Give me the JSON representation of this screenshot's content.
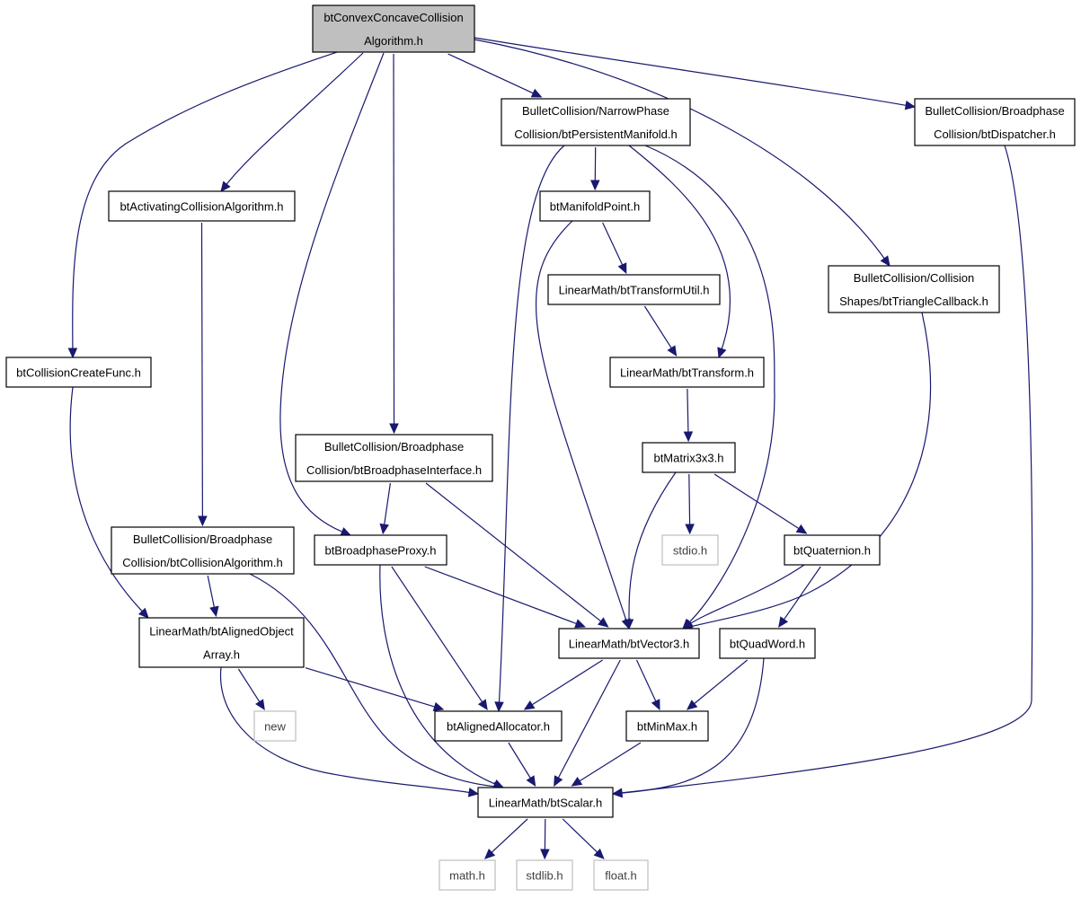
{
  "graph": {
    "colors": {
      "edge": "#191970",
      "root_fill": "#bfbfbf",
      "node_fill": "#ffffff",
      "node_border": "#000000",
      "system_border": "#bfbfbf",
      "system_text": "#404040"
    },
    "nodes": [
      {
        "id": "root",
        "lines": [
          "btConvexConcaveCollision",
          "Algorithm.h"
        ]
      },
      {
        "id": "persist",
        "lines": [
          "BulletCollision/NarrowPhase",
          "Collision/btPersistentManifold.h"
        ]
      },
      {
        "id": "dispatcher",
        "lines": [
          "BulletCollision/Broadphase",
          "Collision/btDispatcher.h"
        ]
      },
      {
        "id": "activating",
        "lines": [
          "btActivatingCollisionAlgorithm.h"
        ]
      },
      {
        "id": "manifoldpt",
        "lines": [
          "btManifoldPoint.h"
        ]
      },
      {
        "id": "trianglecb",
        "lines": [
          "BulletCollision/Collision",
          "Shapes/btTriangleCallback.h"
        ]
      },
      {
        "id": "transformutil",
        "lines": [
          "LinearMath/btTransformUtil.h"
        ]
      },
      {
        "id": "createfunc",
        "lines": [
          "btCollisionCreateFunc.h"
        ]
      },
      {
        "id": "transform",
        "lines": [
          "LinearMath/btTransform.h"
        ]
      },
      {
        "id": "bpinterface",
        "lines": [
          "BulletCollision/Broadphase",
          "Collision/btBroadphaseInterface.h"
        ]
      },
      {
        "id": "matrix",
        "lines": [
          "btMatrix3x3.h"
        ]
      },
      {
        "id": "collalgo",
        "lines": [
          "BulletCollision/Broadphase",
          "Collision/btCollisionAlgorithm.h"
        ]
      },
      {
        "id": "bpproxy",
        "lines": [
          "btBroadphaseProxy.h"
        ]
      },
      {
        "id": "stdio",
        "lines": [
          "stdio.h"
        ],
        "system": true
      },
      {
        "id": "quaternion",
        "lines": [
          "btQuaternion.h"
        ]
      },
      {
        "id": "alignedarray",
        "lines": [
          "LinearMath/btAlignedObject",
          "Array.h"
        ]
      },
      {
        "id": "vector3",
        "lines": [
          "LinearMath/btVector3.h"
        ]
      },
      {
        "id": "quadword",
        "lines": [
          "btQuadWord.h"
        ]
      },
      {
        "id": "new",
        "lines": [
          "new"
        ],
        "system": true
      },
      {
        "id": "allocator",
        "lines": [
          "btAlignedAllocator.h"
        ]
      },
      {
        "id": "minmax",
        "lines": [
          "btMinMax.h"
        ]
      },
      {
        "id": "scalar",
        "lines": [
          "LinearMath/btScalar.h"
        ]
      },
      {
        "id": "math",
        "lines": [
          "math.h"
        ],
        "system": true
      },
      {
        "id": "stdlib",
        "lines": [
          "stdlib.h"
        ],
        "system": true
      },
      {
        "id": "float",
        "lines": [
          "float.h"
        ],
        "system": true
      }
    ],
    "edges": [
      {
        "from": "root",
        "to": "createfunc"
      },
      {
        "from": "root",
        "to": "activating"
      },
      {
        "from": "root",
        "to": "bpproxy"
      },
      {
        "from": "root",
        "to": "bpinterface"
      },
      {
        "from": "root",
        "to": "persist"
      },
      {
        "from": "root",
        "to": "trianglecb"
      },
      {
        "from": "root",
        "to": "dispatcher"
      },
      {
        "from": "activating",
        "to": "collalgo"
      },
      {
        "from": "createfunc",
        "to": "alignedarray"
      },
      {
        "from": "persist",
        "to": "allocator"
      },
      {
        "from": "persist",
        "to": "manifoldpt"
      },
      {
        "from": "persist",
        "to": "transform"
      },
      {
        "from": "persist",
        "to": "vector3"
      },
      {
        "from": "dispatcher",
        "to": "scalar"
      },
      {
        "from": "manifoldpt",
        "to": "transformutil"
      },
      {
        "from": "manifoldpt",
        "to": "vector3"
      },
      {
        "from": "transformutil",
        "to": "transform"
      },
      {
        "from": "transform",
        "to": "matrix"
      },
      {
        "from": "trianglecb",
        "to": "vector3"
      },
      {
        "from": "bpinterface",
        "to": "bpproxy"
      },
      {
        "from": "bpinterface",
        "to": "vector3"
      },
      {
        "from": "matrix",
        "to": "stdio"
      },
      {
        "from": "matrix",
        "to": "quaternion"
      },
      {
        "from": "matrix",
        "to": "vector3"
      },
      {
        "from": "collalgo",
        "to": "alignedarray"
      },
      {
        "from": "collalgo",
        "to": "scalar"
      },
      {
        "from": "bpproxy",
        "to": "vector3"
      },
      {
        "from": "bpproxy",
        "to": "allocator"
      },
      {
        "from": "bpproxy",
        "to": "scalar"
      },
      {
        "from": "quaternion",
        "to": "vector3"
      },
      {
        "from": "quaternion",
        "to": "quadword"
      },
      {
        "from": "alignedarray",
        "to": "new"
      },
      {
        "from": "alignedarray",
        "to": "allocator"
      },
      {
        "from": "alignedarray",
        "to": "scalar"
      },
      {
        "from": "vector3",
        "to": "allocator"
      },
      {
        "from": "vector3",
        "to": "minmax"
      },
      {
        "from": "vector3",
        "to": "scalar"
      },
      {
        "from": "quadword",
        "to": "minmax"
      },
      {
        "from": "quadword",
        "to": "scalar"
      },
      {
        "from": "allocator",
        "to": "scalar"
      },
      {
        "from": "minmax",
        "to": "scalar"
      },
      {
        "from": "scalar",
        "to": "math"
      },
      {
        "from": "scalar",
        "to": "stdlib"
      },
      {
        "from": "scalar",
        "to": "float"
      }
    ]
  }
}
